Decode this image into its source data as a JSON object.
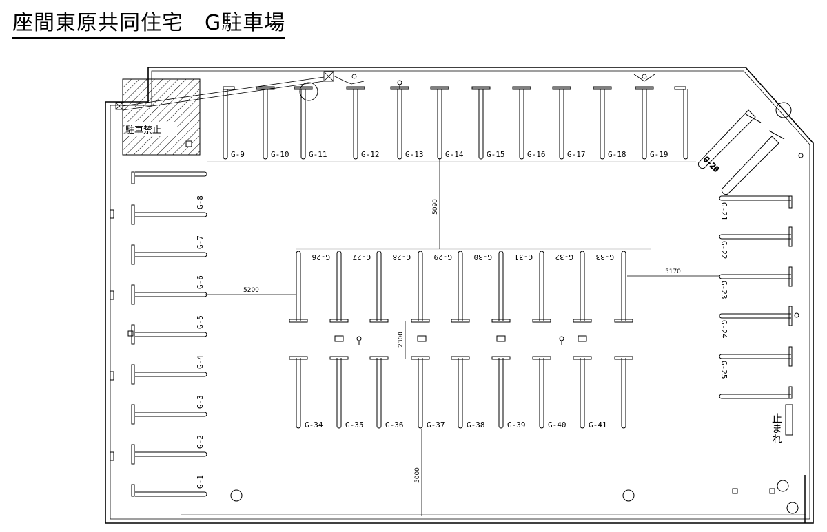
{
  "title": "座間東原共同住宅　G駐車場",
  "no_parking_label": "駐車禁止",
  "stop_label": "止まれ",
  "dimensions": {
    "top_aisle": "5090",
    "left_gap": "5200",
    "right_gap": "5170",
    "center_gap": "2300",
    "bottom_gap": "5000"
  },
  "spaces": {
    "left_column": [
      "G-8",
      "G-7",
      "G-6",
      "G-5",
      "G-4",
      "G-3",
      "G-2",
      "G-1"
    ],
    "top_row": [
      "G-9",
      "G-10",
      "G-11",
      "G-12",
      "G-13",
      "G-14",
      "G-15",
      "G-16",
      "G-17",
      "G-18",
      "G-19"
    ],
    "corner": "G-20",
    "right_column": [
      "G-21",
      "G-22",
      "G-23",
      "G-24",
      "G-25"
    ],
    "center_upper": [
      "G-26",
      "G-27",
      "G-28",
      "G-29",
      "G-30",
      "G-31",
      "G-32",
      "G-33"
    ],
    "center_lower": [
      "G-34",
      "G-35",
      "G-36",
      "G-37",
      "G-38",
      "G-39",
      "G-40",
      "G-41"
    ]
  }
}
